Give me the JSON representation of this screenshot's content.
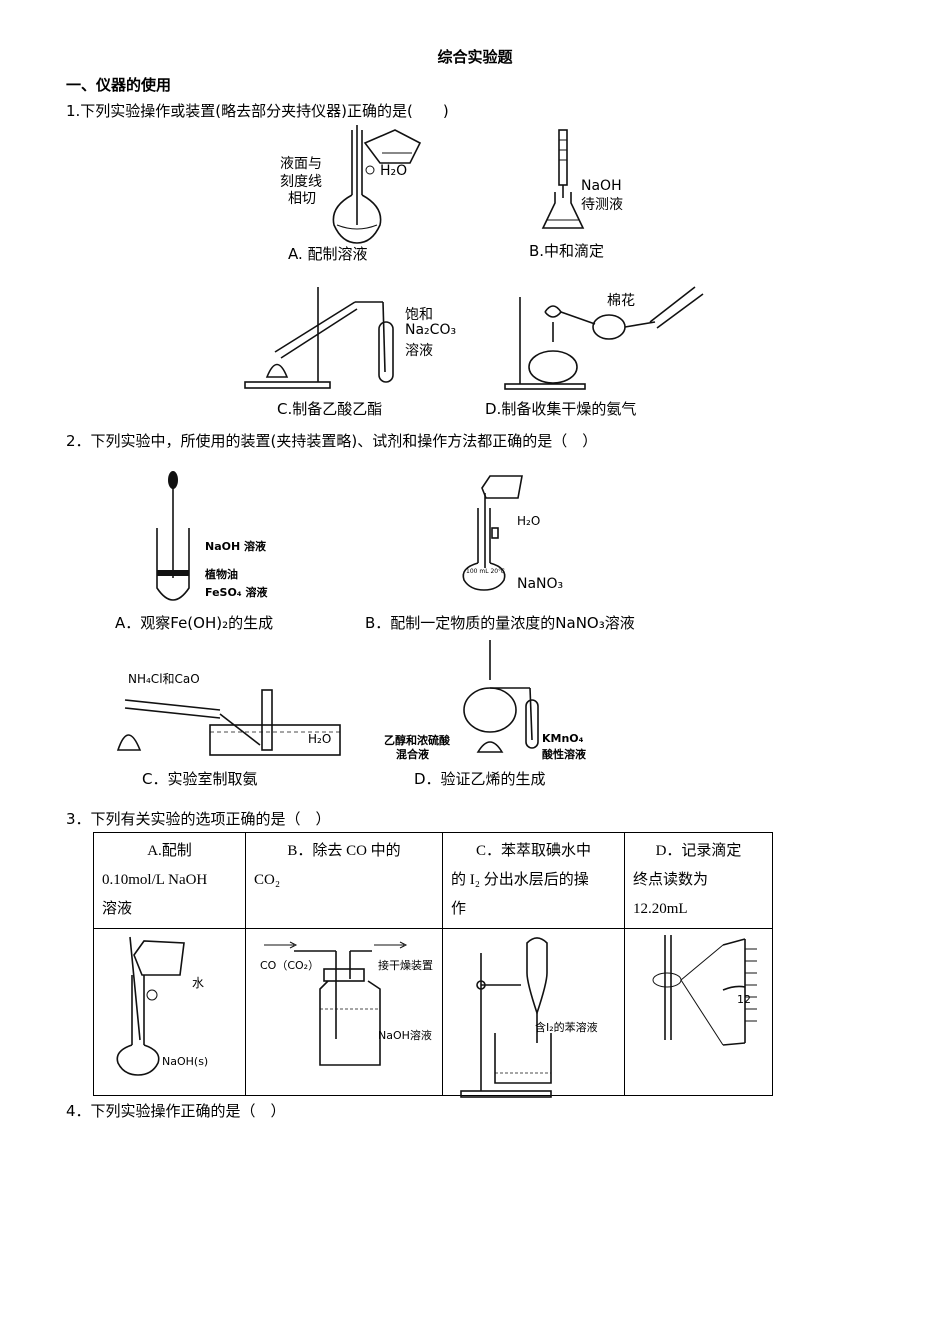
{
  "title": "综合实验题",
  "section1": "一、仪器的使用",
  "q1": {
    "stem": "1.下列实验操作或装置(略去部分夹持仪器)正确的是(　　)",
    "figA": {
      "label": "A. 配制溶液",
      "note1": "液面与",
      "note2": "刻度线",
      "note3": "相切",
      "water": "H₂O"
    },
    "figB": {
      "label": "B.中和滴定",
      "note1": "NaOH",
      "note2": "待测液"
    },
    "figC": {
      "label": "C.制备乙酸乙酯",
      "note1": "饱和",
      "note2": "Na₂CO₃",
      "note3": "溶液"
    },
    "figD": {
      "label": "D.制备收集干燥的氨气",
      "note1": "棉花"
    }
  },
  "q2": {
    "stem": "2．下列实验中，所使用的装置(夹持装置略)、试剂和操作方法都正确的是（　）",
    "figA": {
      "label": "A．观察Fe(OH)₂的生成",
      "note1": "NaOH 溶液",
      "note2": "植物油",
      "note3": "FeSO₄ 溶液"
    },
    "figB": {
      "label": "B．配制一定物质的量浓度的NaNO₃溶液",
      "note1": "H₂O",
      "note2": "NaNO₃",
      "flask": "100 mL 20℃"
    },
    "figC": {
      "label": "C．实验室制取氨",
      "note1": "NH₄Cl和CaO",
      "note2": "H₂O"
    },
    "figD": {
      "label": "D．验证乙烯的生成",
      "note1": "乙醇和浓硫酸",
      "note2": "混合液",
      "note3": "KMnO₄",
      "note4": "酸性溶液"
    }
  },
  "q3": {
    "stem": "3．下列有关实验的选项正确的是（　）",
    "cols": [
      {
        "l1": "A.配制",
        "l2": "0.10mol/L NaOH",
        "l3": "溶液"
      },
      {
        "l1": "B．除去 CO 中的",
        "l2": "CO₂",
        "l3": ""
      },
      {
        "l1": "C．苯萃取碘水中",
        "l2": "的 I₂ 分出水层后的操",
        "l3": "作"
      },
      {
        "l1": "D．记录滴定",
        "l2": "终点读数为",
        "l3": "12.20mL"
      }
    ],
    "figA": {
      "note1": "水",
      "note2": "NaOH(s)"
    },
    "figB": {
      "note1": "CO（CO₂）",
      "note2": "接干燥装置",
      "note3": "NaOH溶液"
    },
    "figC": {
      "note1": "含I₂的苯溶液"
    },
    "figD": {
      "note1": "12"
    }
  },
  "q4": {
    "stem": "4．下列实验操作正确的是（　）"
  }
}
